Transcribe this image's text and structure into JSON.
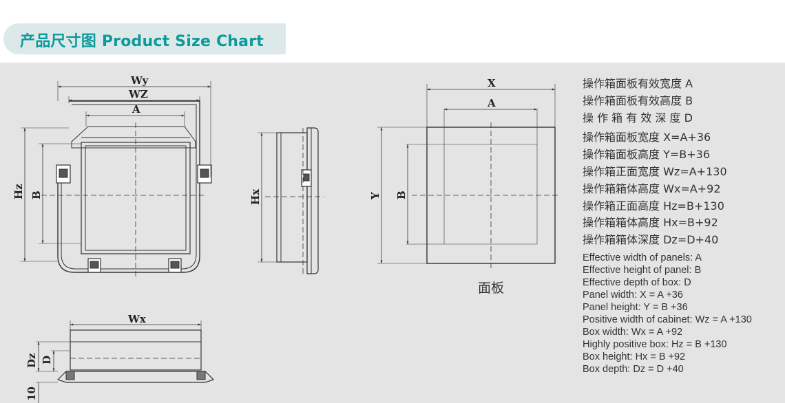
{
  "header": {
    "title": "产品尺寸图 Product Size Chart",
    "accent_color": "#0c9a9d",
    "tab_color": "#dde9e9"
  },
  "drawing": {
    "front_view": {
      "label_wy": "Wy",
      "label_wz": "WZ",
      "label_a": "A",
      "label_hz": "Hz",
      "label_b": "B"
    },
    "side_view": {
      "label_hx": "Hx"
    },
    "panel_view": {
      "label_x": "X",
      "label_a": "A",
      "label_y": "Y",
      "label_b": "B",
      "caption": "面板"
    },
    "bottom_view": {
      "label_wx": "Wx",
      "label_dz": "Dz",
      "label_d": "D",
      "label_10": "10"
    }
  },
  "specs_cn": [
    {
      "label": "操作箱面板有效宽度",
      "value": "A"
    },
    {
      "label": "操作箱面板有效高度",
      "value": "B"
    },
    {
      "label": "操 作 箱 有 效 深 度",
      "value": " D"
    },
    {
      "label": "操作箱面板宽度",
      "value": "X=A+36"
    },
    {
      "label": "操作箱面板高度",
      "value": "Y=B+36"
    },
    {
      "label": "操作箱正面宽度",
      "value": "Wz=A+130"
    },
    {
      "label": "操作箱箱体高度",
      "value": "Wx=A+92"
    },
    {
      "label": "操作箱正面高度",
      "value": "Hz=B+130"
    },
    {
      "label": "操作箱箱体高度",
      "value": "Hx=B+92"
    },
    {
      "label": "操作箱箱体深度",
      "value": "Dz=D+40"
    }
  ],
  "specs_en": [
    "Effective width of panels: A",
    "Effective height of panel: B",
    "Effective depth of box: D",
    "Panel width: X = A +36",
    "Panel height: Y = B +36",
    "Positive width of cabinet: Wz = A +130",
    "Box width: Wx = A +92",
    "Highly positive box: Hz = B +130",
    "Box height: Hx = B +92",
    "Box depth: Dz = D +40"
  ]
}
